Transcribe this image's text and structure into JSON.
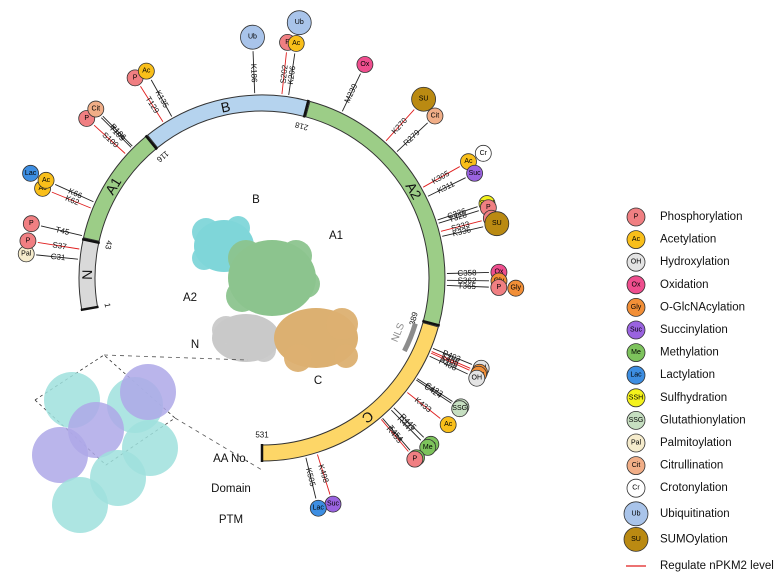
{
  "figure": {
    "domains": [
      {
        "label": "N",
        "start": 1,
        "end": 43,
        "color": "#d9d9d9"
      },
      {
        "label": "A1",
        "start": 44,
        "end": 116,
        "color": "#9ccd87"
      },
      {
        "label": "B",
        "start": 117,
        "end": 218,
        "color": "#b5d3ee"
      },
      {
        "label": "A2",
        "start": 219,
        "end": 389,
        "color": "#9ccd87"
      },
      {
        "label": "C",
        "start": 390,
        "end": 531,
        "color": "#fdd667"
      }
    ],
    "boundary_numbers": [
      "1",
      "43",
      "116",
      "218",
      "389",
      "531"
    ],
    "nls_label": "NLS",
    "row_labels": {
      "aa": "AA No.",
      "domain": "Domain",
      "ptm": "PTM"
    },
    "structure_labels": {
      "B": "B",
      "A1": "A1",
      "A2": "A2",
      "N": "N",
      "C": "C"
    },
    "sites": [
      {
        "residue": "C31",
        "pos": 31,
        "ptms": [
          "Pal"
        ],
        "red": false
      },
      {
        "residue": "S37",
        "pos": 37,
        "ptms": [
          "P"
        ],
        "red": true
      },
      {
        "residue": "T45",
        "pos": 45,
        "ptms": [
          "P"
        ],
        "red": false
      },
      {
        "residue": "K62",
        "pos": 62,
        "ptms": [
          "Ac"
        ],
        "red": true
      },
      {
        "residue": "K66",
        "pos": 66,
        "ptms": [
          "Ac",
          "Lac"
        ],
        "red": false
      },
      {
        "residue": "S100",
        "pos": 100,
        "ptms": [
          "P"
        ],
        "red": true
      },
      {
        "residue": "T105",
        "pos": 105,
        "ptms": [],
        "red": false
      },
      {
        "residue": "R106",
        "pos": 106,
        "ptms": [
          "Cit"
        ],
        "red": false
      },
      {
        "residue": "T129",
        "pos": 129,
        "ptms": [
          "P"
        ],
        "red": true
      },
      {
        "residue": "K135",
        "pos": 135,
        "ptms": [
          "Ac"
        ],
        "red": false
      },
      {
        "residue": "K186",
        "pos": 186,
        "ptms": [
          "Ub"
        ],
        "red": false
      },
      {
        "residue": "S202",
        "pos": 202,
        "ptms": [
          "P"
        ],
        "red": true
      },
      {
        "residue": "K206",
        "pos": 206,
        "ptms": [
          "Ac",
          "Ub"
        ],
        "red": false
      },
      {
        "residue": "M239",
        "pos": 239,
        "ptms": [
          "Ox"
        ],
        "red": false
      },
      {
        "residue": "K270",
        "pos": 270,
        "ptms": [
          "SU"
        ],
        "red": true
      },
      {
        "residue": "R279",
        "pos": 279,
        "ptms": [
          "Cit"
        ],
        "red": false
      },
      {
        "residue": "K305",
        "pos": 305,
        "ptms": [
          "Ac",
          "Cr"
        ],
        "red": true
      },
      {
        "residue": "K311",
        "pos": 311,
        "ptms": [
          "Suc"
        ],
        "red": false
      },
      {
        "residue": "C326",
        "pos": 326,
        "ptms": [
          "SSH"
        ],
        "red": false
      },
      {
        "residue": "T328",
        "pos": 328,
        "ptms": [
          "P"
        ],
        "red": false
      },
      {
        "residue": "S333",
        "pos": 333,
        "ptms": [
          "P"
        ],
        "red": true
      },
      {
        "residue": "K336",
        "pos": 336,
        "ptms": [
          "SU"
        ],
        "red": false
      },
      {
        "residue": "C358",
        "pos": 358,
        "ptms": [
          "Ox"
        ],
        "red": false
      },
      {
        "residue": "S362",
        "pos": 362,
        "ptms": [
          "Gly"
        ],
        "red": false
      },
      {
        "residue": "T365",
        "pos": 365,
        "ptms": [
          "P",
          "Gly"
        ],
        "red": false
      },
      {
        "residue": "P403",
        "pos": 403,
        "ptms": [
          "OH"
        ],
        "red": false
      },
      {
        "residue": "T405",
        "pos": 405,
        "ptms": [
          "Gly"
        ],
        "red": true
      },
      {
        "residue": "S406",
        "pos": 406,
        "ptms": [
          "Gly"
        ],
        "red": true
      },
      {
        "residue": "P408",
        "pos": 408,
        "ptms": [
          "OH"
        ],
        "red": false
      },
      {
        "residue": "C423",
        "pos": 423,
        "ptms": [
          "SSG"
        ],
        "red": false
      },
      {
        "residue": "C424",
        "pos": 424,
        "ptms": [
          "SSG"
        ],
        "red": false
      },
      {
        "residue": "K433",
        "pos": 433,
        "ptms": [
          "Ac"
        ],
        "red": true
      },
      {
        "residue": "R445",
        "pos": 445,
        "ptms": [
          "Me"
        ],
        "red": false
      },
      {
        "residue": "R447",
        "pos": 447,
        "ptms": [
          "Me"
        ],
        "red": false
      },
      {
        "residue": "T454",
        "pos": 454,
        "ptms": [
          "Me"
        ],
        "red": false
      },
      {
        "residue": "R455",
        "pos": 455,
        "ptms": [
          "P"
        ],
        "red": true
      },
      {
        "residue": "K498",
        "pos": 498,
        "ptms": [
          "Suc"
        ],
        "red": true
      },
      {
        "residue": "K505",
        "pos": 505,
        "ptms": [
          "Lac"
        ],
        "red": false
      }
    ]
  },
  "legend": {
    "items": [
      {
        "abbr": "P",
        "label": "Phosphorylation",
        "color": "#f07f82"
      },
      {
        "abbr": "Ac",
        "label": "Acetylation",
        "color": "#f9bf1a"
      },
      {
        "abbr": "OH",
        "label": "Hydroxylation",
        "color": "#e4e4e4"
      },
      {
        "abbr": "Ox",
        "label": "Oxidation",
        "color": "#ef4e8e"
      },
      {
        "abbr": "Gly",
        "label": "O-GlcNAcylation",
        "color": "#f28f37"
      },
      {
        "abbr": "Suc",
        "label": "Succinylation",
        "color": "#9a63e0"
      },
      {
        "abbr": "Me",
        "label": "Methylation",
        "color": "#7dc35c"
      },
      {
        "abbr": "Lac",
        "label": "Lactylation",
        "color": "#3d8ee2"
      },
      {
        "abbr": "SSH",
        "label": "Sulfhydration",
        "color": "#f4f21c"
      },
      {
        "abbr": "SSG",
        "label": "Glutathionylation",
        "color": "#c6dfc1"
      },
      {
        "abbr": "Pal",
        "label": "Palmitoylation",
        "color": "#f6eccc"
      },
      {
        "abbr": "Cit",
        "label": "Citrullination",
        "color": "#f1ae87"
      },
      {
        "abbr": "Cr",
        "label": "Crotonylation",
        "color": "#ffffff"
      },
      {
        "abbr": "Ub",
        "label": "Ubiquitination",
        "color": "#a9c4ea"
      },
      {
        "abbr": "SU",
        "label": "SUMOylation",
        "color": "#ba8a12"
      }
    ],
    "regulate_label": "Regulate nPKM2 level",
    "regulate_color": "#e01e1e"
  }
}
